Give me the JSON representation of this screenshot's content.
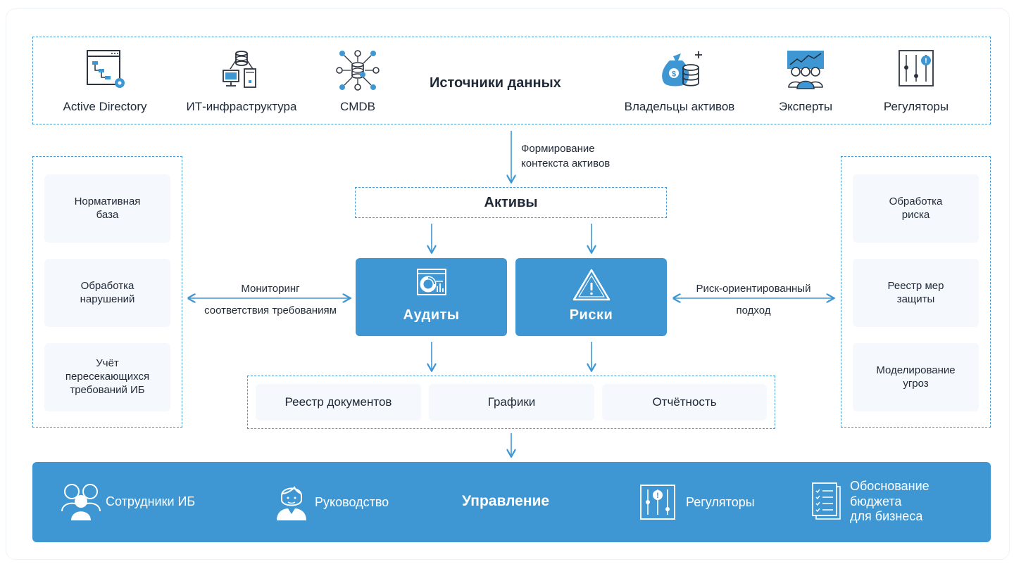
{
  "sources": {
    "title": "Источники данных",
    "items": [
      {
        "label": "Active Directory",
        "icon": "directory-window-icon"
      },
      {
        "label": "ИТ-инфраструктура",
        "icon": "it-infrastructure-icon"
      },
      {
        "label": "CMDB",
        "icon": "cmdb-network-icon"
      },
      {
        "label": "Владельцы активов",
        "icon": "money-bag-coins-icon"
      },
      {
        "label": "Эксперты",
        "icon": "experts-chart-icon"
      },
      {
        "label": "Регуляторы",
        "icon": "regulators-sliders-icon"
      }
    ]
  },
  "flow": {
    "context_note": "Формирование\nконтекста активов",
    "assets": "Активы",
    "audits": "Аудиты",
    "risks": "Риски",
    "monitoring_note_1": "Мониторинг",
    "monitoring_note_2": "соответствия требованиям",
    "risk_note_1": "Риск-ориентированный",
    "risk_note_2": "подход"
  },
  "left_panel": [
    "Нормативная\nбаза",
    "Обработка\nнарушений",
    "Учёт\nпересекающихся\nтребований ИБ"
  ],
  "right_panel": [
    "Обработка\nриска",
    "Реестр мер\nзащиты",
    "Моделирование\nугроз"
  ],
  "outputs": [
    "Реестр документов",
    "Графики",
    "Отчётность"
  ],
  "management": {
    "title": "Управление",
    "items": [
      {
        "label": "Сотрудники ИБ",
        "icon": "employees-icon"
      },
      {
        "label": "Руководство",
        "icon": "manager-icon"
      },
      {
        "label": "Регуляторы",
        "icon": "regulators-sliders-icon"
      },
      {
        "label": "Обоснование\nбюджета\nдля бизнеса",
        "icon": "checklist-document-icon"
      }
    ]
  },
  "colors": {
    "accent": "#3e97d3",
    "dash": "#4a9bd4",
    "card": "#f5f8fc"
  }
}
